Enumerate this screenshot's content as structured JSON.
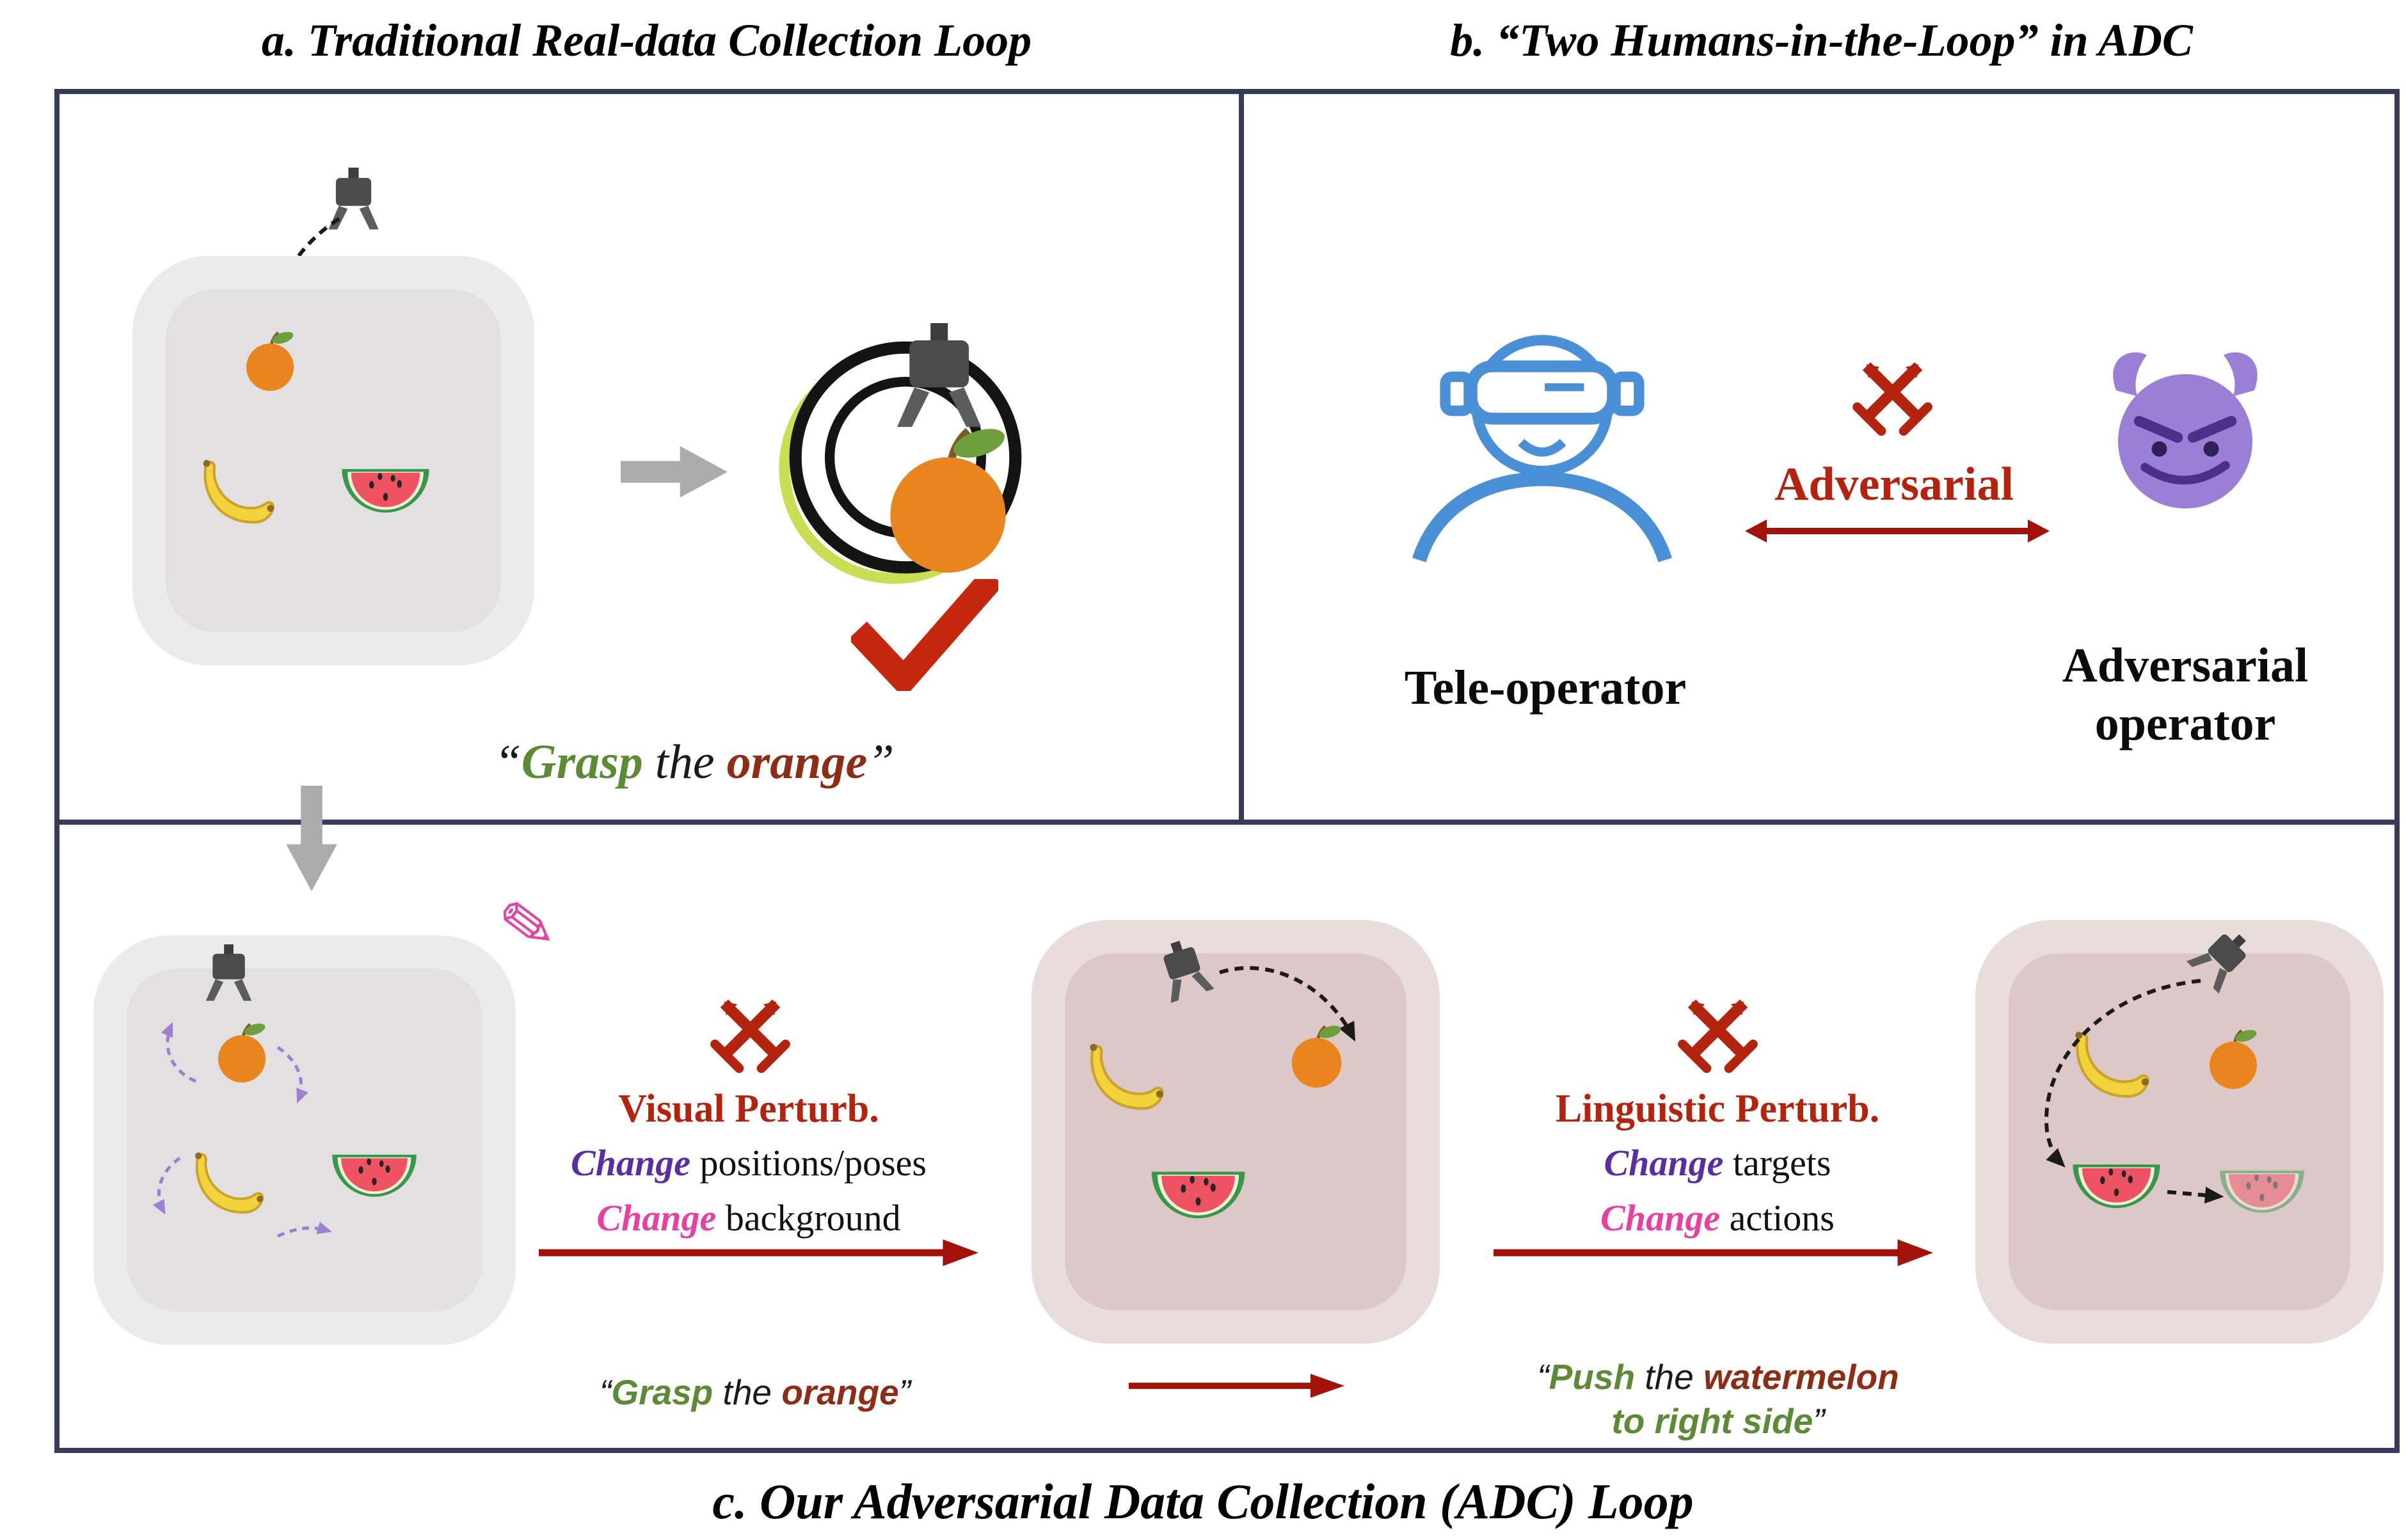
{
  "titles": {
    "panel_a": "a. Traditional Real-data Collection Loop",
    "panel_b": "b. “Two Humans-in-the-Loop” in ADC",
    "panel_c": "c. Our Adversarial Data Collection (ADC) Loop"
  },
  "panel_a": {
    "instruction": {
      "open_quote": "“",
      "verb": "Grasp",
      "mid": " the ",
      "object": "orange",
      "close_quote": "”"
    }
  },
  "panel_b": {
    "adversarial_label": "Adversarial",
    "tele_operator_label": "Tele-operator",
    "adversarial_operator_line1": "Adversarial",
    "adversarial_operator_line2": "operator"
  },
  "panel_c": {
    "visual": {
      "title": "Visual Perturb.",
      "change_word_1": "Change",
      "rest_1": "positions/poses",
      "change_word_2": "Change",
      "rest_2": "background"
    },
    "linguistic": {
      "title": "Linguistic Perturb.",
      "change_word_1": "Change",
      "rest_1": "targets",
      "change_word_2": "Change",
      "rest_2": "actions"
    },
    "instruction_before": {
      "open_quote": "“",
      "verb": "Grasp",
      "mid": " the ",
      "object": "orange",
      "close_quote": "”"
    },
    "instruction_after": {
      "open_quote": "“",
      "verb": "Push",
      "mid": " the ",
      "object": "watermelon",
      "line2": "to right side",
      "close_quote": "”"
    }
  },
  "icons": {
    "pencil_glyph": "✎"
  },
  "colors": {
    "frame_border": "#363b59",
    "adversarial_red": "#b3230d",
    "arrow_red": "#a31208",
    "verb_green": "#5d8a35",
    "object_maroon": "#8f2c15",
    "change_purple": "#5b2da3",
    "change_magenta": "#e83fa0",
    "operator_blue": "#4a90d6",
    "devil_purple": "#9b7fd6",
    "gray_arrow": "#ababab"
  }
}
